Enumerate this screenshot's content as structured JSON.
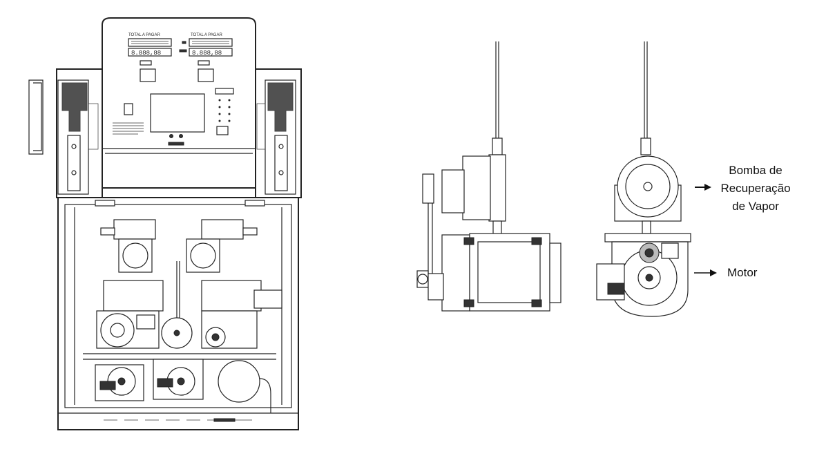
{
  "labels": {
    "vapor_pump_line1": "Bomba de",
    "vapor_pump_line2": "Recuperação",
    "vapor_pump_line3": "de Vapor",
    "motor": "Motor"
  },
  "panel": {
    "header_left": "TOTAL A PAGAR",
    "header_right": "TOTAL A PAGAR",
    "amount_left": "8.888,88",
    "amount_right": "8.888,88"
  },
  "colors": {
    "line": "#222222",
    "background": "#ffffff"
  }
}
